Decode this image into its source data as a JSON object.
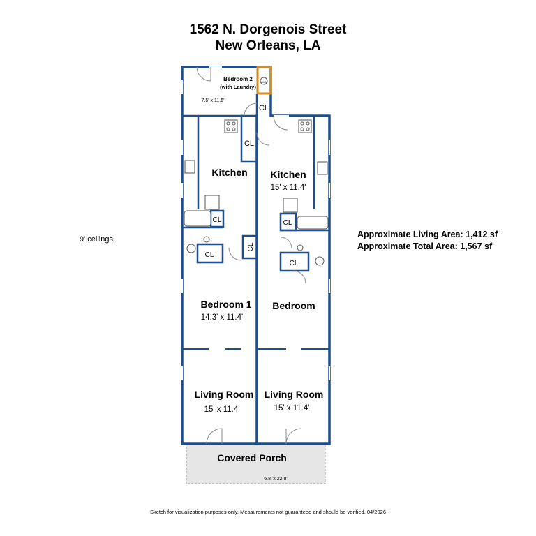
{
  "header": {
    "address": "1562 N. Dorgenois Street",
    "city": "New Orleans, LA"
  },
  "notes": {
    "ceilings": "9' ceilings",
    "living_area": "Approximate Living Area: 1,412 sf",
    "total_area": "Approximate Total Area: 1,567 sf",
    "disclaimer": "Sketch for visualization purposes only. Measurements not guaranteed and should be verified. 04/2026"
  },
  "rooms": {
    "bedroom2_name": "Bedroom 2",
    "bedroom2_sub": "(with Laundry)",
    "bedroom2_dim": "7.5' x 11.5'",
    "laundry_label": "W/D",
    "kitchen_left": "Kitchen",
    "kitchen_right": "Kitchen",
    "kitchen_right_dim": "15' x 11.4'",
    "bedroom1_name": "Bedroom 1",
    "bedroom1_dim": "14.3' x 11.4'",
    "bedroom_right": "Bedroom",
    "living_left": "Living Room",
    "living_left_dim": "15' x 11.4'",
    "living_right": "Living Room",
    "living_right_dim": "15' x 11.4'",
    "porch_name": "Covered Porch",
    "porch_dim": "6.8' x 22.8'",
    "closet": "CL"
  },
  "colors": {
    "wall": "#1f4e8c",
    "laundry_outline": "#d98a1e",
    "porch_fill": "#e6e6e6",
    "fixture": "#555555"
  }
}
